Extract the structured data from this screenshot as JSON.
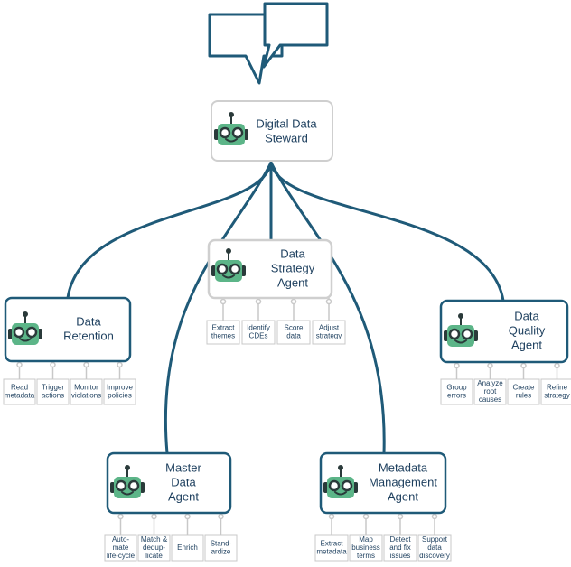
{
  "colors": {
    "primary": "#1f5a78",
    "steward_border": "#cfcfcf",
    "robot_face": "#5cb588",
    "robot_eye": "#2a3a3a",
    "task_border": "#c8c8c8",
    "connector": "#c8c8c8",
    "text": "#1d3f5e"
  },
  "steward": {
    "title_lines": [
      "Digital Data",
      "Steward"
    ]
  },
  "agents": [
    {
      "id": "data-strategy",
      "title_lines": [
        "Data",
        "Strategy",
        "Agent"
      ],
      "tasks": [
        [
          "Extract",
          "themes"
        ],
        [
          "Identify",
          "CDEs"
        ],
        [
          "Score",
          "data"
        ],
        [
          "Adjust",
          "strategy"
        ]
      ]
    },
    {
      "id": "data-retention",
      "title_lines": [
        "Data",
        "Retention"
      ],
      "tasks": [
        [
          "Read",
          "metadata"
        ],
        [
          "Trigger",
          "actions"
        ],
        [
          "Monitor",
          "violations"
        ],
        [
          "Improve",
          "policies"
        ]
      ]
    },
    {
      "id": "data-quality",
      "title_lines": [
        "Data",
        "Quality",
        "Agent"
      ],
      "tasks": [
        [
          "Group",
          "errors"
        ],
        [
          "Analyze",
          "root",
          "causes"
        ],
        [
          "Create",
          "rules"
        ],
        [
          "Refine",
          "strategy"
        ]
      ]
    },
    {
      "id": "master-data",
      "title_lines": [
        "Master",
        "Data",
        "Agent"
      ],
      "tasks": [
        [
          "Auto-",
          "mate",
          "life-cycle"
        ],
        [
          "Match &",
          "dedup-",
          "licate"
        ],
        [
          "Enrich"
        ],
        [
          "Stand-",
          "ardize"
        ]
      ]
    },
    {
      "id": "metadata-management",
      "title_lines": [
        "Metadata",
        "Management",
        "Agent"
      ],
      "tasks": [
        [
          "Extract",
          "metadata"
        ],
        [
          "Map",
          "business",
          "terms"
        ],
        [
          "Detect",
          "and fix",
          "issues"
        ],
        [
          "Support",
          "data",
          "discovery"
        ]
      ]
    }
  ]
}
